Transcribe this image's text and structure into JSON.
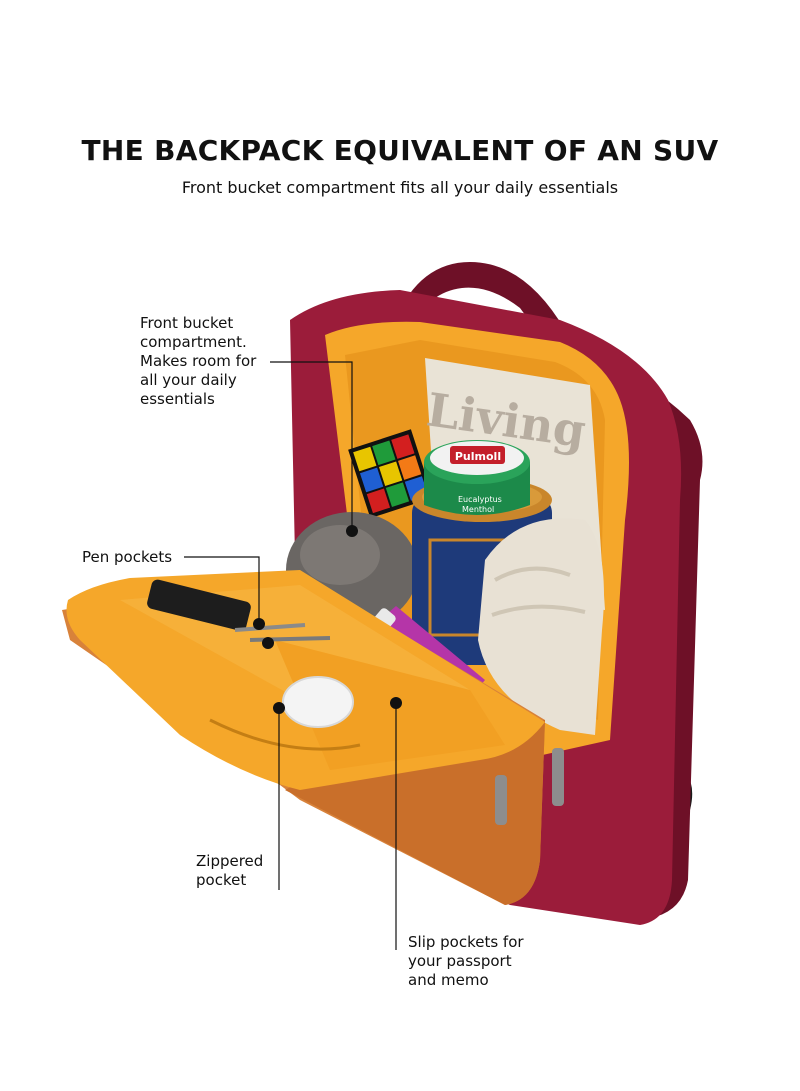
{
  "headline": "THE BACKPACK EQUIVALENT OF AN SUV",
  "subheadline": "Front bucket compartment fits all your daily essentials",
  "callouts": {
    "front_bucket": [
      "Front bucket",
      "compartment.",
      "Makes room for",
      "all your daily",
      "essentials"
    ],
    "pen_pockets": [
      "Pen pockets"
    ],
    "zippered_pocket": [
      "Zippered",
      "pocket"
    ],
    "slip_pockets": [
      "Slip pockets for",
      "your passport",
      "and memo"
    ]
  },
  "product_text": {
    "magazine": "Living",
    "tin_brand": "Pulmoll",
    "tin_flavor_1": "Eucalyptus",
    "tin_flavor_2": "Menthol"
  },
  "colors": {
    "bag_body": "#9b1c3a",
    "bag_dark": "#6e1027",
    "lining": "#f5a72a",
    "flap_leather": "#d8823a"
  }
}
